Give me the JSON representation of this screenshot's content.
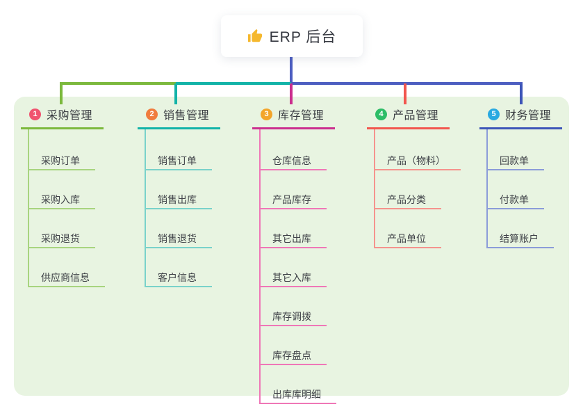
{
  "root": {
    "icon": "thumbs-up",
    "label": "ERP 后台",
    "stem_color": "#4d5ec1"
  },
  "branches": [
    {
      "num": "1",
      "label": "采购管理",
      "badge_color": "#f0536f",
      "line_color": "#7cb93d",
      "light_line_color": "#a8d47f",
      "children": [
        "采购订单",
        "采购入库",
        "采购退货",
        "供应商信息"
      ]
    },
    {
      "num": "2",
      "label": "销售管理",
      "badge_color": "#f07c3e",
      "line_color": "#12b3a8",
      "light_line_color": "#79d2ca",
      "children": [
        "销售订单",
        "销售出库",
        "销售退货",
        "客户信息"
      ]
    },
    {
      "num": "3",
      "label": "库存管理",
      "badge_color": "#f3a52a",
      "line_color": "#cb2e8e",
      "light_line_color": "#ef77b7",
      "children": [
        "仓库信息",
        "产品库存",
        "其它出库",
        "其它入库",
        "库存调拨",
        "库存盘点",
        "出库库明细"
      ]
    },
    {
      "num": "4",
      "label": "产品管理",
      "badge_color": "#2dbd67",
      "line_color": "#f2564e",
      "light_line_color": "#f5938d",
      "children": [
        "产品（物料）",
        "产品分类",
        "产品单位"
      ]
    },
    {
      "num": "5",
      "label": "财务管理",
      "badge_color": "#28a9e1",
      "line_color": "#3d55b8",
      "light_line_color": "#8b9cd9",
      "children": [
        "回款单",
        "付款单",
        "结算账户"
      ]
    }
  ]
}
